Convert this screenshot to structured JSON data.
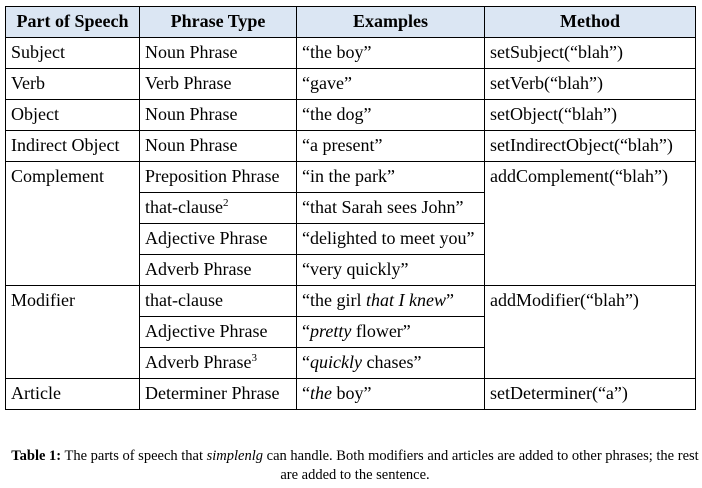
{
  "table": {
    "headers": [
      "Part of Speech",
      "Phrase Type",
      "Examples",
      "Method"
    ],
    "rows": {
      "subject": {
        "pos": "Subject",
        "phrase": "Noun Phrase",
        "example": "“the boy”",
        "method": "setSubject(“blah”)"
      },
      "verb": {
        "pos": "Verb",
        "phrase": "Verb Phrase",
        "example": "“gave”",
        "method": "setVerb(“blah”)"
      },
      "object": {
        "pos": "Object",
        "phrase": "Noun Phrase",
        "example": "“the dog”",
        "method": "setObject(“blah”)"
      },
      "indirect": {
        "pos": "Indirect Object",
        "phrase": "Noun Phrase",
        "example": "“a present”",
        "method": "setIndirectObject(“blah”)"
      },
      "complement": {
        "pos": "Complement",
        "method": "addComplement(“blah”)",
        "sub": [
          {
            "phrase": "Preposition Phrase",
            "example": "“in the park”"
          },
          {
            "phrase": "that-clause",
            "sup": "2",
            "example": "“that Sarah sees John”"
          },
          {
            "phrase": "Adjective Phrase",
            "example": "“delighted to meet you”"
          },
          {
            "phrase": "Adverb Phrase",
            "example": "“very quickly”"
          }
        ]
      },
      "modifier": {
        "pos": "Modifier",
        "method": "addModifier(“blah”)",
        "sub": [
          {
            "phrase": "that-clause",
            "example_pre": "“the girl ",
            "example_em": "that I knew",
            "example_post": "”"
          },
          {
            "phrase": "Adjective Phrase",
            "example_pre": "“",
            "example_em": "pretty",
            "example_post": " flower”"
          },
          {
            "phrase": "Adverb Phrase",
            "sup": "3",
            "example_pre": "“",
            "example_em": "quickly",
            "example_post": " chases”"
          }
        ]
      },
      "article": {
        "pos": "Article",
        "phrase": "Determiner Phrase",
        "example_pre": "“",
        "example_em": "the",
        "example_post": " boy”",
        "method": "setDeterminer(“a”)"
      }
    }
  },
  "caption": {
    "label": "Table 1:",
    "pre": "The  parts of speech that ",
    "em": "simplenlg",
    "post": " can handle.  Both modifiers and articles are added to other phrases; the rest are added to the sentence."
  }
}
